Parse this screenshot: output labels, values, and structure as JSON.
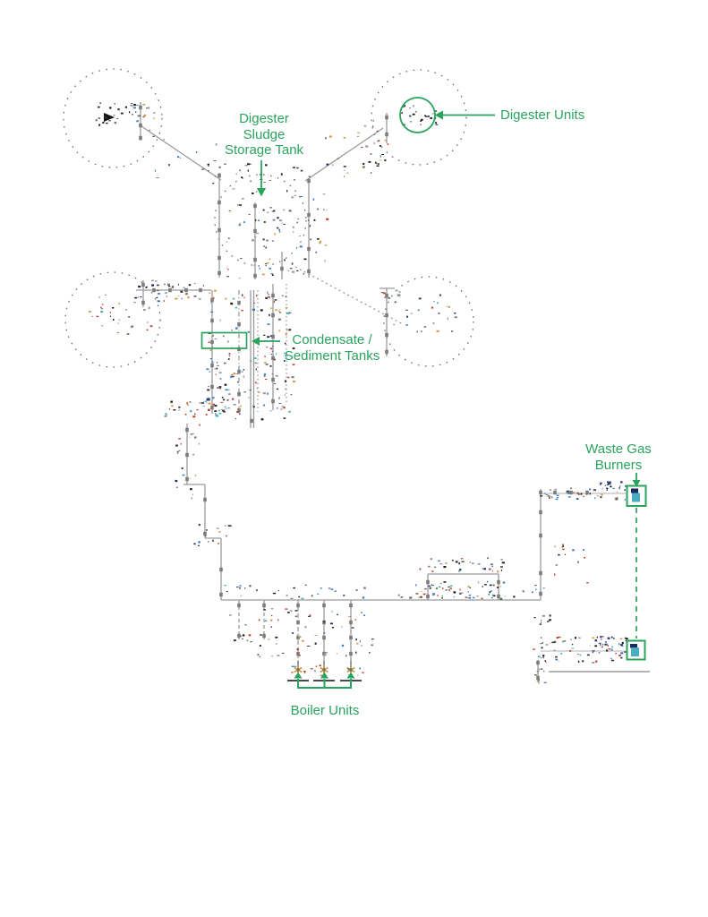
{
  "page": {
    "background": "#ffffff",
    "kind": "process flow diagram (scanned P&ID) with green callout annotations"
  },
  "colors": {
    "annotation_green": "#2aa35e",
    "pipe_gray": "#9a9a9a",
    "dotted_outline_gray": "#6e6e6e",
    "burner_tan": "#c89a5a",
    "symbol_teal": "#49aec0",
    "symbol_navy": "#1b2a5e"
  },
  "annotations": {
    "storage_tank": {
      "label": "Digester\nSludge\nStorage Tank"
    },
    "digester_units": {
      "label": "Digester Units"
    },
    "condensate_tanks": {
      "label": "Condensate /\nSediment Tanks"
    },
    "waste_gas_burners": {
      "label": "Waste Gas\nBurners"
    },
    "boiler_units": {
      "label": "Boiler Units"
    }
  }
}
